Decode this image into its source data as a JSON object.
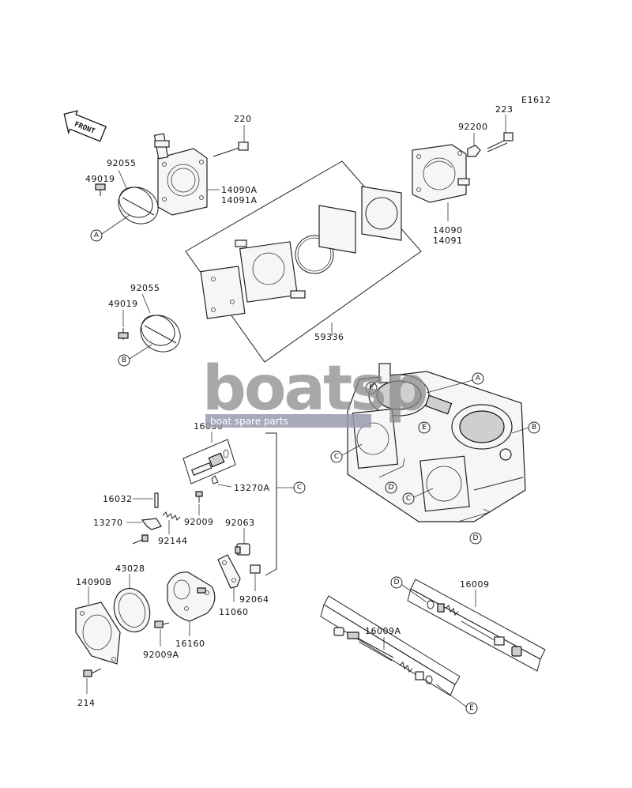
{
  "diagram_code": "E1612",
  "front_arrow_label": "FRONT",
  "watermark": {
    "brand": "boatsp",
    "sub": "boat spare parts"
  },
  "labels": {
    "p220": "220",
    "p223": "223",
    "p92200": "92200",
    "p92055a": "92055",
    "p49019a": "49019",
    "p14090a": "14090A",
    "p14091a": "14091A",
    "p14090": "14090",
    "p14091": "14091",
    "p92055b": "92055",
    "p49019b": "49019",
    "p59336": "59336",
    "p16030": "16030",
    "p13270a": "13270A",
    "p16032": "16032",
    "p13270": "13270",
    "p92009": "92009",
    "p92144": "92144",
    "p92063": "92063",
    "p43028": "43028",
    "p14090b": "14090B",
    "p92064": "92064",
    "p11060": "11060",
    "p16160": "16160",
    "p92009a": "92009A",
    "p214": "214",
    "p16009": "16009",
    "p16009a": "16009A"
  },
  "callouts": {
    "a1": "A",
    "a2": "A",
    "b1": "B",
    "b2": "B",
    "c1": "C",
    "c2": "C",
    "c3": "C",
    "d1": "D",
    "d2": "D",
    "d3": "D",
    "e1": "E",
    "e2": "E",
    "e3": "E"
  }
}
